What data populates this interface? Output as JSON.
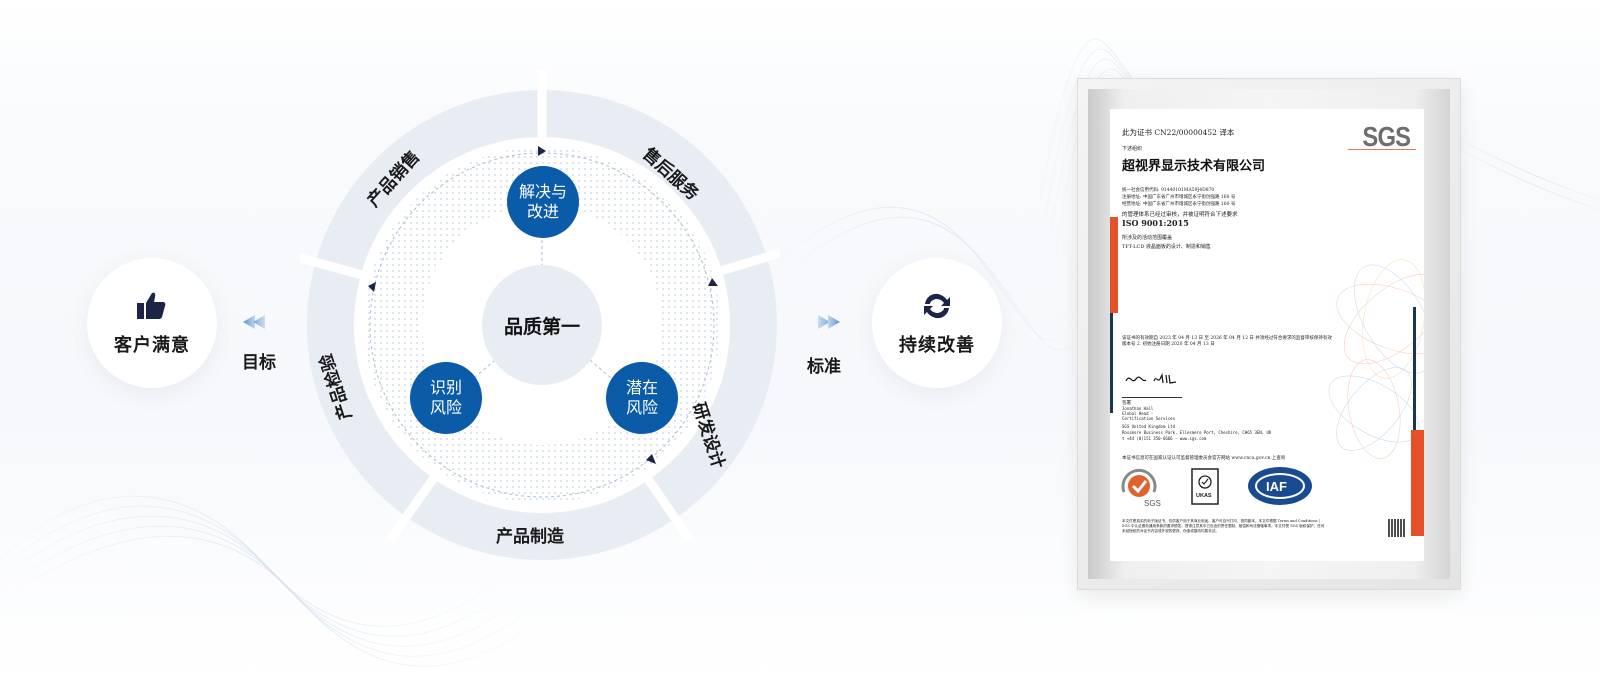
{
  "left_node": {
    "label": "客户满意",
    "icon": "thumbs-up-icon",
    "arrow_label": "目标",
    "arrow_direction": "left"
  },
  "right_node": {
    "label": "持续改善",
    "icon": "refresh-icon",
    "arrow_label": "标准",
    "arrow_direction": "right"
  },
  "diagram": {
    "center": "品质第一",
    "ring_segments": [
      {
        "label": "产品销售",
        "position": "top-left"
      },
      {
        "label": "售后服务",
        "position": "top-right"
      },
      {
        "label": "研发设计",
        "position": "right"
      },
      {
        "label": "产品制造",
        "position": "bottom"
      },
      {
        "label": "产品检验",
        "position": "left"
      }
    ],
    "nodes": [
      {
        "line1": "解决与",
        "line2": "改进",
        "position": "top"
      },
      {
        "line1": "识别",
        "line2": "风险",
        "position": "bottom-left"
      },
      {
        "line1": "潜在",
        "line2": "风险",
        "position": "bottom-right"
      }
    ],
    "colors": {
      "ring": "#e8edf4",
      "node": "#0a5ba8",
      "arrow": "#1c2447"
    }
  },
  "certificate": {
    "cert_no_line": "此为证书 CN22/00000452 译本",
    "org_intro": "下述组织",
    "company": "超视界显示技术有限公司",
    "credit_code_line": "统一社会信用代码: 91440101MA59J4D870",
    "reg_address_line": "注册地址: 中国广东省广州市增城区永宁街创强路 160 号",
    "op_address_line": "经营地址: 中国广东省广州市增城区永宁街创强路 160 号",
    "statement": "的管理体系已经过审核，并被证明符合下述要求",
    "standard": "ISO 9001:2015",
    "scope_intro": "所涉及的活动范围覆盖",
    "scope": "TFT-LCD 液晶面板的设计、制造和销售",
    "validity_line": "该证书的有效期自 2023 年 04 月 13 日 至 2026 年 04 月 12 日 并须经过符合要求的监督审核保持有效",
    "version_line": "版本号 2. 初始注册日期 2020 年 04 月 13 日",
    "signature": "Jonathan Hall",
    "sign_title": "签署",
    "signer_name": "Jonathan Hall",
    "signer_role1": "Global Head -",
    "signer_role2": "Certification Services",
    "issuer": "SGS United Kingdom Ltd",
    "issuer_address": "Rossmore Business Park, Ellesmere Port, Cheshire, CH65 3EN, UK",
    "issuer_contact": "t +44 (0)151 350-6666 - www.sgs.com",
    "cnca_line": "本证书信息可在国家认证认可监督管理委员会官方网站 www.cnca.gov.cn 上查询",
    "footer_line1": "本文件是真实的电子版证书，仅供客户用于其商业用途。客户可自行打印、视同副本。本文件根据 Terms and Conditions |",
    "footer_line2": "SGS 中认证服务通用条款的要求颁发。提请注意其中已包含的责任限制、赔偿和司法管辖事项。本文件受 SGS 版权保护，任何",
    "footer_line3": "未经授权的对证书内容或外观的更改、伪造或篡改均属非法。",
    "logos": [
      "SGS",
      "UKAS",
      "IAF"
    ],
    "brand": "SGS",
    "colors": {
      "accent_orange": "#e4502a",
      "accent_navy": "#17384f",
      "iaf_blue": "#1a4a8f"
    }
  }
}
